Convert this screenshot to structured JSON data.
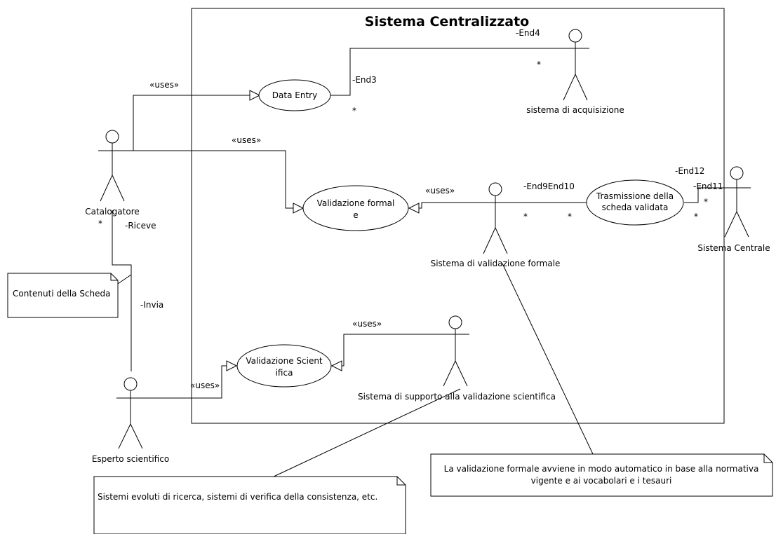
{
  "system": {
    "title": "Sistema Centralizzato"
  },
  "actors": {
    "catalogatore": "Catalogatore",
    "esperto": "Esperto scientifico",
    "acquisizione": "sistema di acquisizione",
    "validazione_formale": "Sistema di validazione formale",
    "supporto": "Sistema di supporto alla validazione scientifica",
    "centrale": "Sistema Centrale"
  },
  "use_cases": {
    "data_entry": "Data Entry",
    "val_formale_1": "Validazione formal",
    "val_formale_2": "e",
    "val_scient_1": "Validazione Scient",
    "val_scient_2": "ifica",
    "trasm_1": "Trasmissione della",
    "trasm_2": "scheda validata"
  },
  "stereotypes": {
    "uses": "«uses»"
  },
  "roles": {
    "end3": "-End3",
    "end4": "-End4",
    "end9_10": "-End9End10",
    "end11": "-End11",
    "end12": "-End12",
    "riceve": "-Riceve",
    "invia": "-Invia"
  },
  "multiplicity": "*",
  "notes": {
    "scheda": "Contenuti della Scheda",
    "formale_1": "La validazione formale avviene in modo automatico in base alla normativa",
    "formale_2": "vigente e ai vocabolari e i tesauri",
    "sistemi": "Sistemi evoluti di ricerca, sistemi di verifica della consistenza, etc."
  }
}
